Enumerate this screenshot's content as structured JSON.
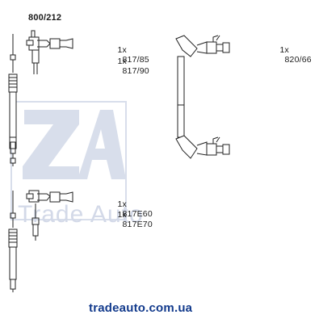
{
  "title": "800/212",
  "parts": [
    {
      "qty": "1x",
      "code": "817/85"
    },
    {
      "qty": "1x",
      "code": "817/90"
    },
    {
      "qty": "1x",
      "code": "820/66"
    },
    {
      "qty": "1x",
      "code": "817E60"
    },
    {
      "qty": "1x",
      "code": "817E70"
    }
  ],
  "watermark": {
    "text": "Trade Auto",
    "color": "#d3d9e8"
  },
  "footer": {
    "site": "tradeauto.com.ua",
    "color": "#123a8c"
  }
}
